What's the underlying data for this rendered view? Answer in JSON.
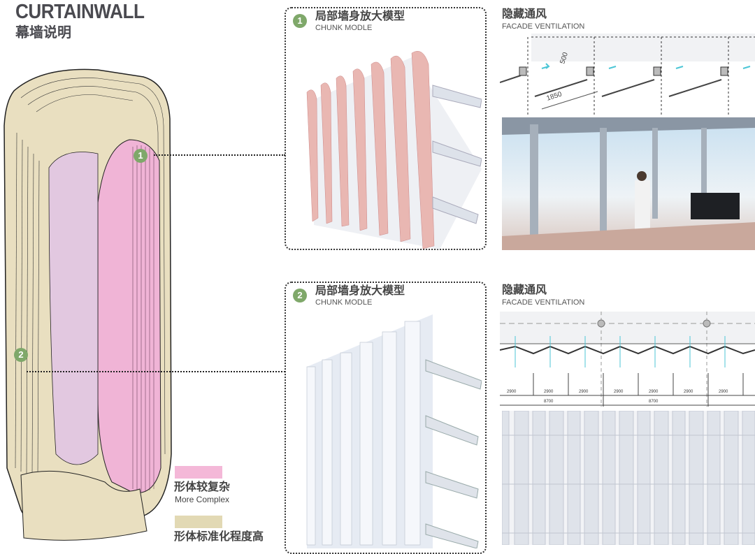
{
  "header": {
    "title_en": "CURTAINWALL",
    "title_cn": "幕墙说明"
  },
  "chunks": [
    {
      "number": "1",
      "title_cn": "局部墙身放大模型",
      "title_en": "CHUNK MODLE"
    },
    {
      "number": "2",
      "title_cn": "局部墙身放大模型",
      "title_en": "CHUNK MODLE"
    }
  ],
  "ventilation": [
    {
      "title_cn": "隐藏通风",
      "title_en": "FACADE VENTILATION",
      "dims": [
        "500",
        "1850"
      ]
    },
    {
      "title_cn": "隐藏通风",
      "title_en": "FACADE VENTILATION",
      "dims": [
        "2900",
        "2900",
        "2900",
        "2900",
        "2900",
        "2900",
        "2900"
      ],
      "totals": [
        "8700",
        "8700"
      ]
    }
  ],
  "tower_markers": [
    "1",
    "2"
  ],
  "legend": [
    {
      "label_cn": "形体较复杂",
      "label_en": "More Complex",
      "color": "#f4b8d8"
    },
    {
      "label_cn": "形体标准化程度高",
      "color": "#e2d9b4"
    }
  ],
  "colors": {
    "cream": "#e9dfc0",
    "pink": "#f0b4d6",
    "accent": "#7fa86a",
    "cyan": "#4cc6d6"
  }
}
